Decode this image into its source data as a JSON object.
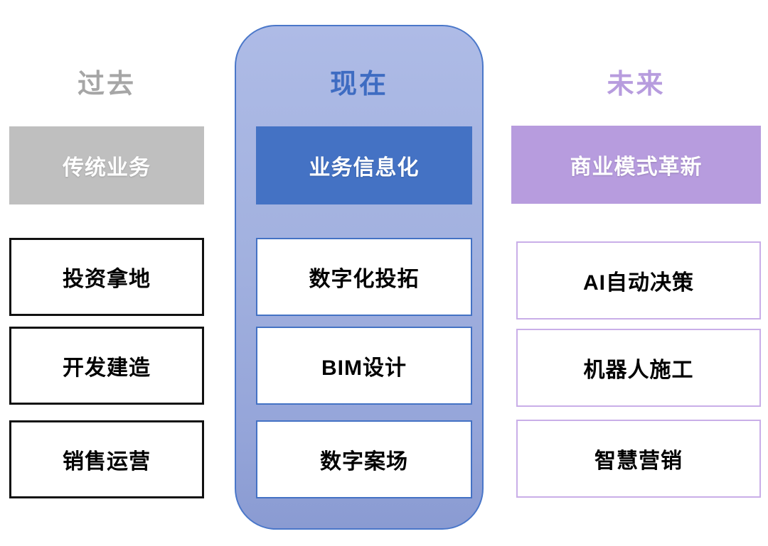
{
  "diagram": {
    "columns": [
      {
        "id": "past",
        "title": "过去",
        "header": {
          "label": "传统业务"
        },
        "items": [
          {
            "label": "投资拿地"
          },
          {
            "label": "开发建造"
          },
          {
            "label": "销售运营"
          }
        ]
      },
      {
        "id": "present",
        "title": "现在",
        "header": {
          "label": "业务信息化"
        },
        "items": [
          {
            "label": "数字化投拓"
          },
          {
            "label": "BIM设计"
          },
          {
            "label": "数字案场"
          }
        ]
      },
      {
        "id": "future",
        "title": "未来",
        "header": {
          "label": "商业模式革新"
        },
        "items": [
          {
            "label": "AI自动决策"
          },
          {
            "label": "机器人施工"
          },
          {
            "label": "智慧营销"
          }
        ]
      }
    ],
    "colors": {
      "past_header_bg": "#BFBFBF",
      "past_title_text": "#A6A6A6",
      "past_item_border": "#111111",
      "present_header_bg": "#4472C4",
      "present_title_text": "#3E6CC2",
      "present_container_fill": "#9FAEDD",
      "present_container_border": "#4A77C9",
      "present_item_border": "#4472C4",
      "future_header_bg": "#B79CDE",
      "future_title_text": "#B79CDE",
      "future_item_border": "#C9AEE8",
      "header_text": "#FFFFFF",
      "item_text": "#000000",
      "page_background": "#FFFFFF"
    }
  }
}
